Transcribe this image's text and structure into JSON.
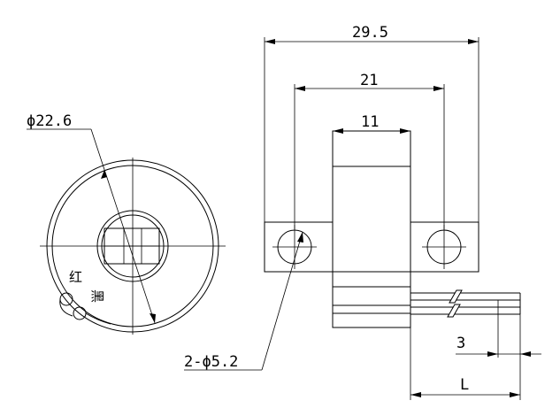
{
  "dimensions": {
    "overall_width": "29.5",
    "hole_spacing": "21",
    "body_width": "11",
    "outer_diameter": "ϕ22.6",
    "mount_holes": "2-ϕ5.2",
    "lead_offset": "3",
    "lead_length": "L"
  },
  "wire_labels": {
    "red": "红",
    "black": "黑"
  }
}
